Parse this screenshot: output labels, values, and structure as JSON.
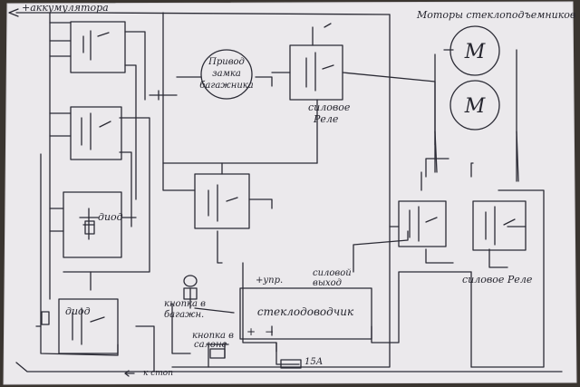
{
  "diagram": {
    "title": "Моторы стеклоподъемников",
    "battery_label": "+аккумулятора",
    "trunk_drive_lines": [
      "Привод",
      "замка",
      "багажника"
    ],
    "motor_symbol": "M",
    "power_relay_center": [
      "силовое",
      "Реле"
    ],
    "power_relay_right": "силовое Реле",
    "diode_label": "диод",
    "trunk_button": [
      "кнопка в",
      "багажн."
    ],
    "saloon_button": [
      "кнопка в",
      "салоне"
    ],
    "lifter_unit": "стеклодоводчик",
    "control_plus": "+упр.",
    "power_output": [
      "силовой",
      "выход"
    ],
    "plus_sign": "+",
    "minus_sign": "−",
    "fuse_label": "15А",
    "ground_label": "к стоп"
  }
}
